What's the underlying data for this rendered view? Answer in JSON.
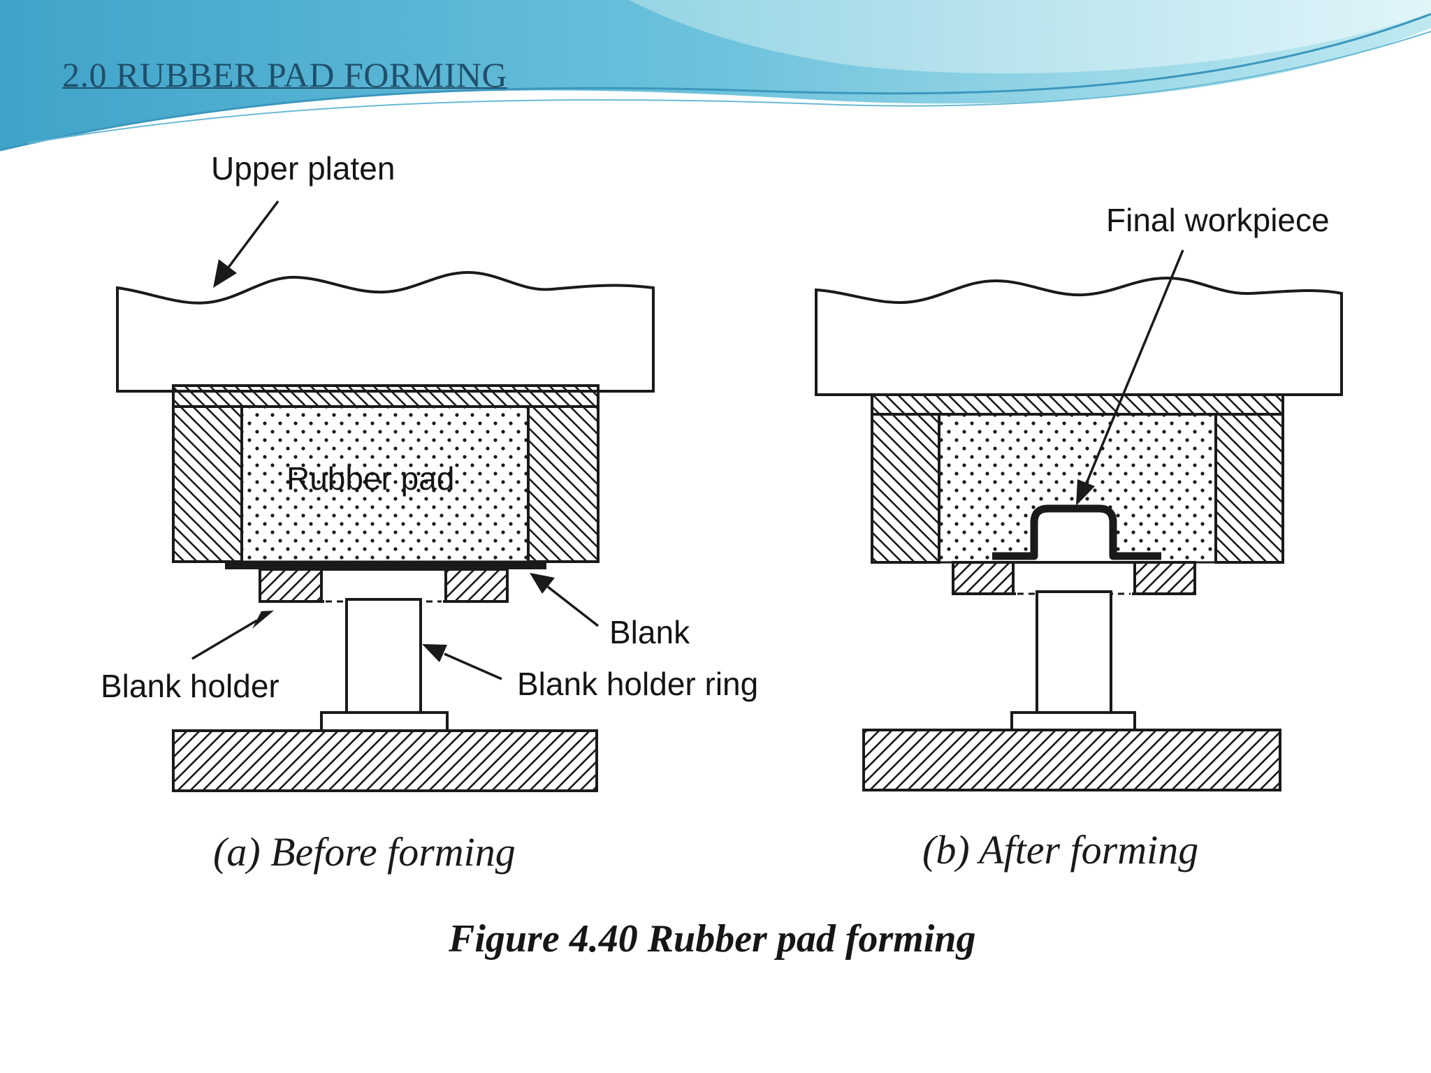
{
  "slide": {
    "title": "2.0 RUBBER PAD FORMING"
  },
  "colors": {
    "header_wave_dark": "#5db4d2",
    "header_wave_light": "#aee3ee",
    "title_text": "#1f4f6b",
    "line_art": "#1a1a1a"
  },
  "diagram": {
    "labels": {
      "upper_platen": "Upper platen",
      "rubber_pad": "Rubber pad",
      "blank": "Blank",
      "blank_holder": "Blank holder",
      "blank_holder_ring": "Blank holder ring",
      "final_workpiece": "Final workpiece"
    },
    "panel_a_caption": "(a) Before forming",
    "panel_b_caption": "(b) After forming",
    "figure_caption": "Figure 4.40 Rubber pad forming"
  }
}
